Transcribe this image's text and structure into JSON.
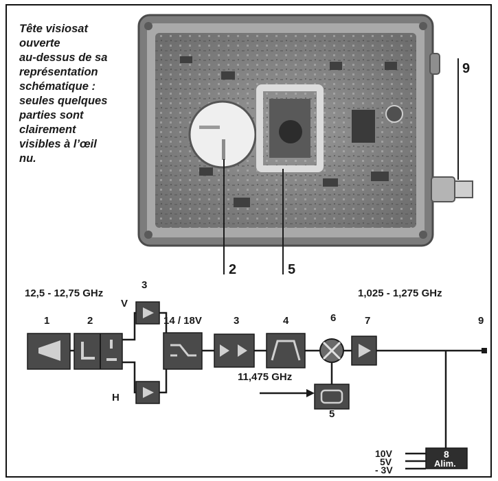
{
  "caption": {
    "lines": [
      "Tête visiosat",
      "ouverte",
      "au-dessus de sa",
      "représentation",
      "schématique :",
      "seules quelques",
      "parties sont",
      "clairement",
      "visibles à l’œil",
      "nu."
    ]
  },
  "photo_callouts": {
    "two": "2",
    "five": "5",
    "nine": "9"
  },
  "diagram": {
    "input_freq": "12,5 - 12,75 GHz",
    "output_freq": "1,025 - 1,275 GHz",
    "lo_freq": "11,475 GHz",
    "pol_v": "V",
    "pol_h": "H",
    "switch_label": "14 / 18V",
    "supply_label": "Alim.",
    "block_numbers": {
      "feed": "1",
      "ortho": "2",
      "amp_v": "3",
      "amp_chain": "3",
      "filter": "4",
      "mixer": "6",
      "oscillator": "5",
      "if_amp": "7",
      "output": "9",
      "supply": "8"
    },
    "voltages": [
      "10V",
      "5V",
      "- 3V"
    ]
  },
  "colors": {
    "block_fill": "#4a4a4a",
    "block_dark": "#2e2e2e",
    "line": "#1a1a1a",
    "photo_bg": "#8a8a8a"
  }
}
